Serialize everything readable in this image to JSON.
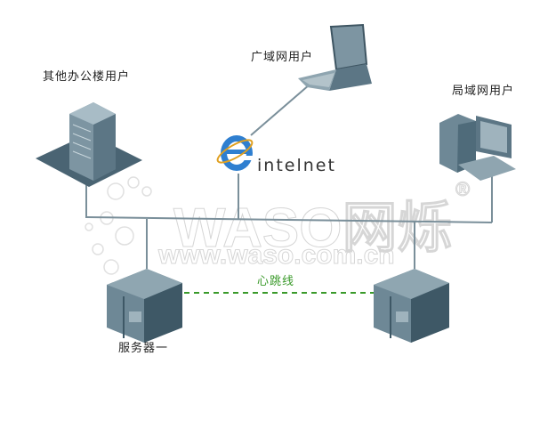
{
  "nodes": {
    "office_users": "其他办公楼用户",
    "wan_users": "广域网用户",
    "lan_users": "局域网用户",
    "internet": "intelnet",
    "server_one": "服务器一"
  },
  "links": {
    "heartbeat": "心跳线"
  },
  "watermark": {
    "brand": "WASO网烁",
    "url": "www.waso.com.cn",
    "registered": "®"
  },
  "colors": {
    "line": "#7a8f9a",
    "heartbeat": "#3a9a2a",
    "device": "#4f6b7a"
  }
}
